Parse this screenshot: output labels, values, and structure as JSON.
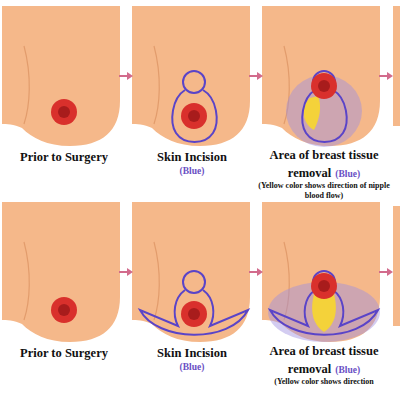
{
  "diagram": {
    "labels": [
      "Prior to Surgery",
      "Skin Incision",
      "(Blue)",
      "Area of breast tissue removal",
      "(Blue)",
      "(Yellow color shows direction of nipple blood flow)",
      "Prior to Surgery",
      "Skin Incision",
      "(Blue)",
      "Area of breast tissue removal",
      "(Blue)",
      "(Yellow color shows direction"
    ]
  }
}
